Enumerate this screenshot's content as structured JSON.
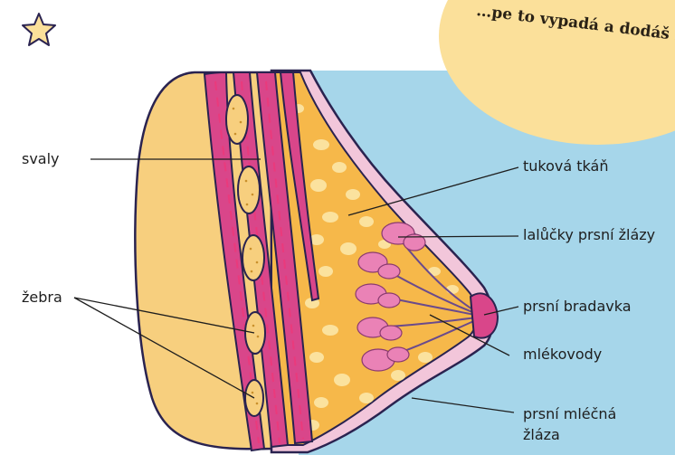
{
  "bubble": {
    "line1": "…pe to vypadá a dodáš s"
  },
  "labels": {
    "muscles": "svaly",
    "ribs": "žebra",
    "fat": "tuková tkáň",
    "lobules": "lalůčky prsní žlázy",
    "nipple": "prsní bradavka",
    "ducts": "mlékovody",
    "gland_line1": "prsní mléčná",
    "gland_line2": "žláza"
  },
  "colors": {
    "background": "#ffffff",
    "sky_blue": "#a6d6ea",
    "bubble_yellow": "#fbe09a",
    "rib_cage": "#f7cf7e",
    "muscle_magenta": "#d9468a",
    "muscle_stripe": "#ea3a7c",
    "fat_orange": "#f6b84a",
    "fat_cell": "#fce7a8",
    "skin_pink": "#f2c6da",
    "gland_pink": "#ea82b6",
    "duct_purple": "#6a4a8c",
    "outline": "#2a2350",
    "star_yellow": "#fbe09a"
  },
  "icons": {
    "star": "star-icon"
  }
}
